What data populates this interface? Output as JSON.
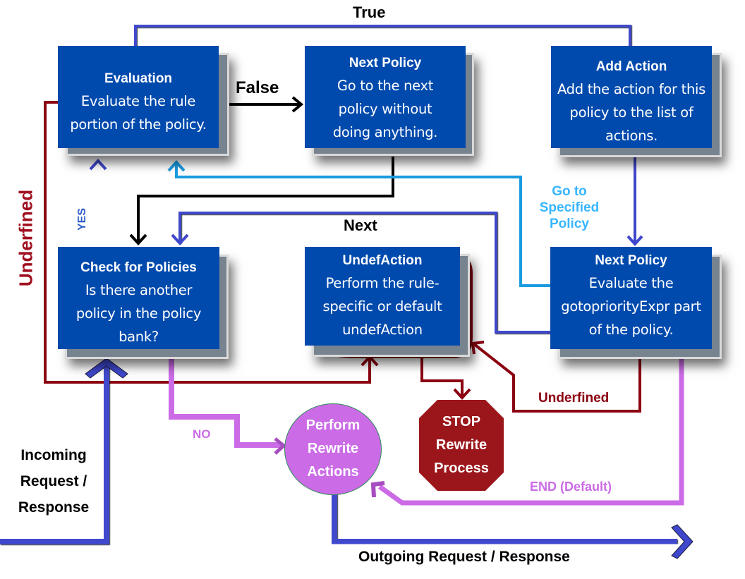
{
  "colors": {
    "box_fill": "#004aad",
    "true_path": "#3f48cc",
    "false_path": "#000000",
    "undefined_path": "#8b0010",
    "goto_path": "#1a9be0",
    "goto_label": "#38b6ff",
    "no_path": "#cb6ce6",
    "stop_fill": "#9b161b"
  },
  "nodes": {
    "evaluation": {
      "title": "Evaluation",
      "description": "Evaluate the rule portion of the policy."
    },
    "next_policy_top": {
      "title": "Next Policy",
      "description": "Go to the next policy without doing anything."
    },
    "add_action": {
      "title": "Add Action",
      "description": "Add the action for this policy to the list of actions."
    },
    "check_policies": {
      "title": "Check for Policies",
      "description": "Is there another policy in the policy bank?"
    },
    "undef_action": {
      "title": "UndefAction",
      "description": "Perform the rule-specific or default undefAction"
    },
    "next_policy_bottom": {
      "title": "Next Policy",
      "description": "Evaluate the gotopriorityExpr part of the policy."
    },
    "perform_rewrite": {
      "line1": "Perform",
      "line2": "Rewrite",
      "line3": "Actions"
    },
    "stop_rewrite": {
      "line1": "STOP",
      "line2": "Rewrite",
      "line3": "Process"
    }
  },
  "edge_labels": {
    "true": "True",
    "false": "False",
    "undefined_left": "Underfined",
    "yes": "YES",
    "next": "Next",
    "goto_line1": "Go to",
    "goto_line2": "Specified",
    "goto_line3": "Policy",
    "no": "NO",
    "undefined_right": "Underfined",
    "end_default": "END (Default)",
    "incoming_line1": "Incoming",
    "incoming_line2": "Request /",
    "incoming_line3": "Response",
    "outgoing": "Outgoing Request / Response"
  }
}
